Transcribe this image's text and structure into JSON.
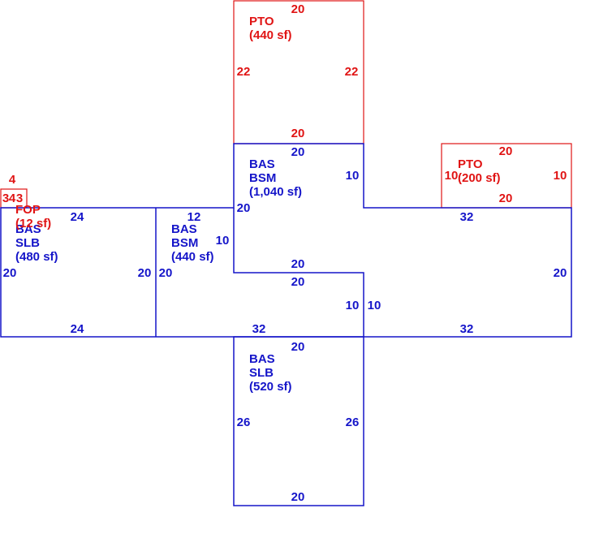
{
  "colors": {
    "living": "#1515c9",
    "porch": "#e01414"
  },
  "areas": {
    "pto_top": {
      "line1": "PTO",
      "line2": "(440 sf)",
      "top": "20",
      "left": "22",
      "right": "22",
      "bottom": "20"
    },
    "pto_right": {
      "line1": "PTO",
      "line2": "(200 sf)",
      "top": "20",
      "left": "10",
      "right": "10",
      "bottom": "20"
    },
    "fop": {
      "line1": "FOP",
      "line2": "(12 sf)",
      "top": "4",
      "left": "3",
      "right": "3",
      "bottom": "4"
    },
    "bas_bsm_center": {
      "line1": "BAS",
      "line2": "BSM",
      "line3": "(1,040 sf)"
    },
    "bas_slb_left": {
      "line1": "BAS",
      "line2": "SLB",
      "line3": "(480 sf)"
    },
    "bas_bsm_left": {
      "line1": "BAS",
      "line2": "BSM",
      "line3": "(440 sf)"
    },
    "bas_slb_bottom": {
      "line1": "BAS",
      "line2": "SLB",
      "line3": "(520 sf)"
    }
  },
  "dimensions": {
    "center_top": "20",
    "center_notch_right": "10",
    "center_left_upper": "20",
    "center_inner_bottom": "20",
    "center_inner_top": "20",
    "left_top": "24",
    "left_left": "20",
    "left_right": "20",
    "left_bottom": "24",
    "mid_top": "12",
    "mid_right": "10",
    "mid_left": "20",
    "mid_bottom": "32",
    "center_inner_right": "10",
    "right_inner_left": "10",
    "right_top": "32",
    "right_right": "20",
    "right_bottom": "32",
    "bottom_top": "20",
    "bottom_left": "26",
    "bottom_right": "26",
    "bottom_bottom": "20"
  }
}
